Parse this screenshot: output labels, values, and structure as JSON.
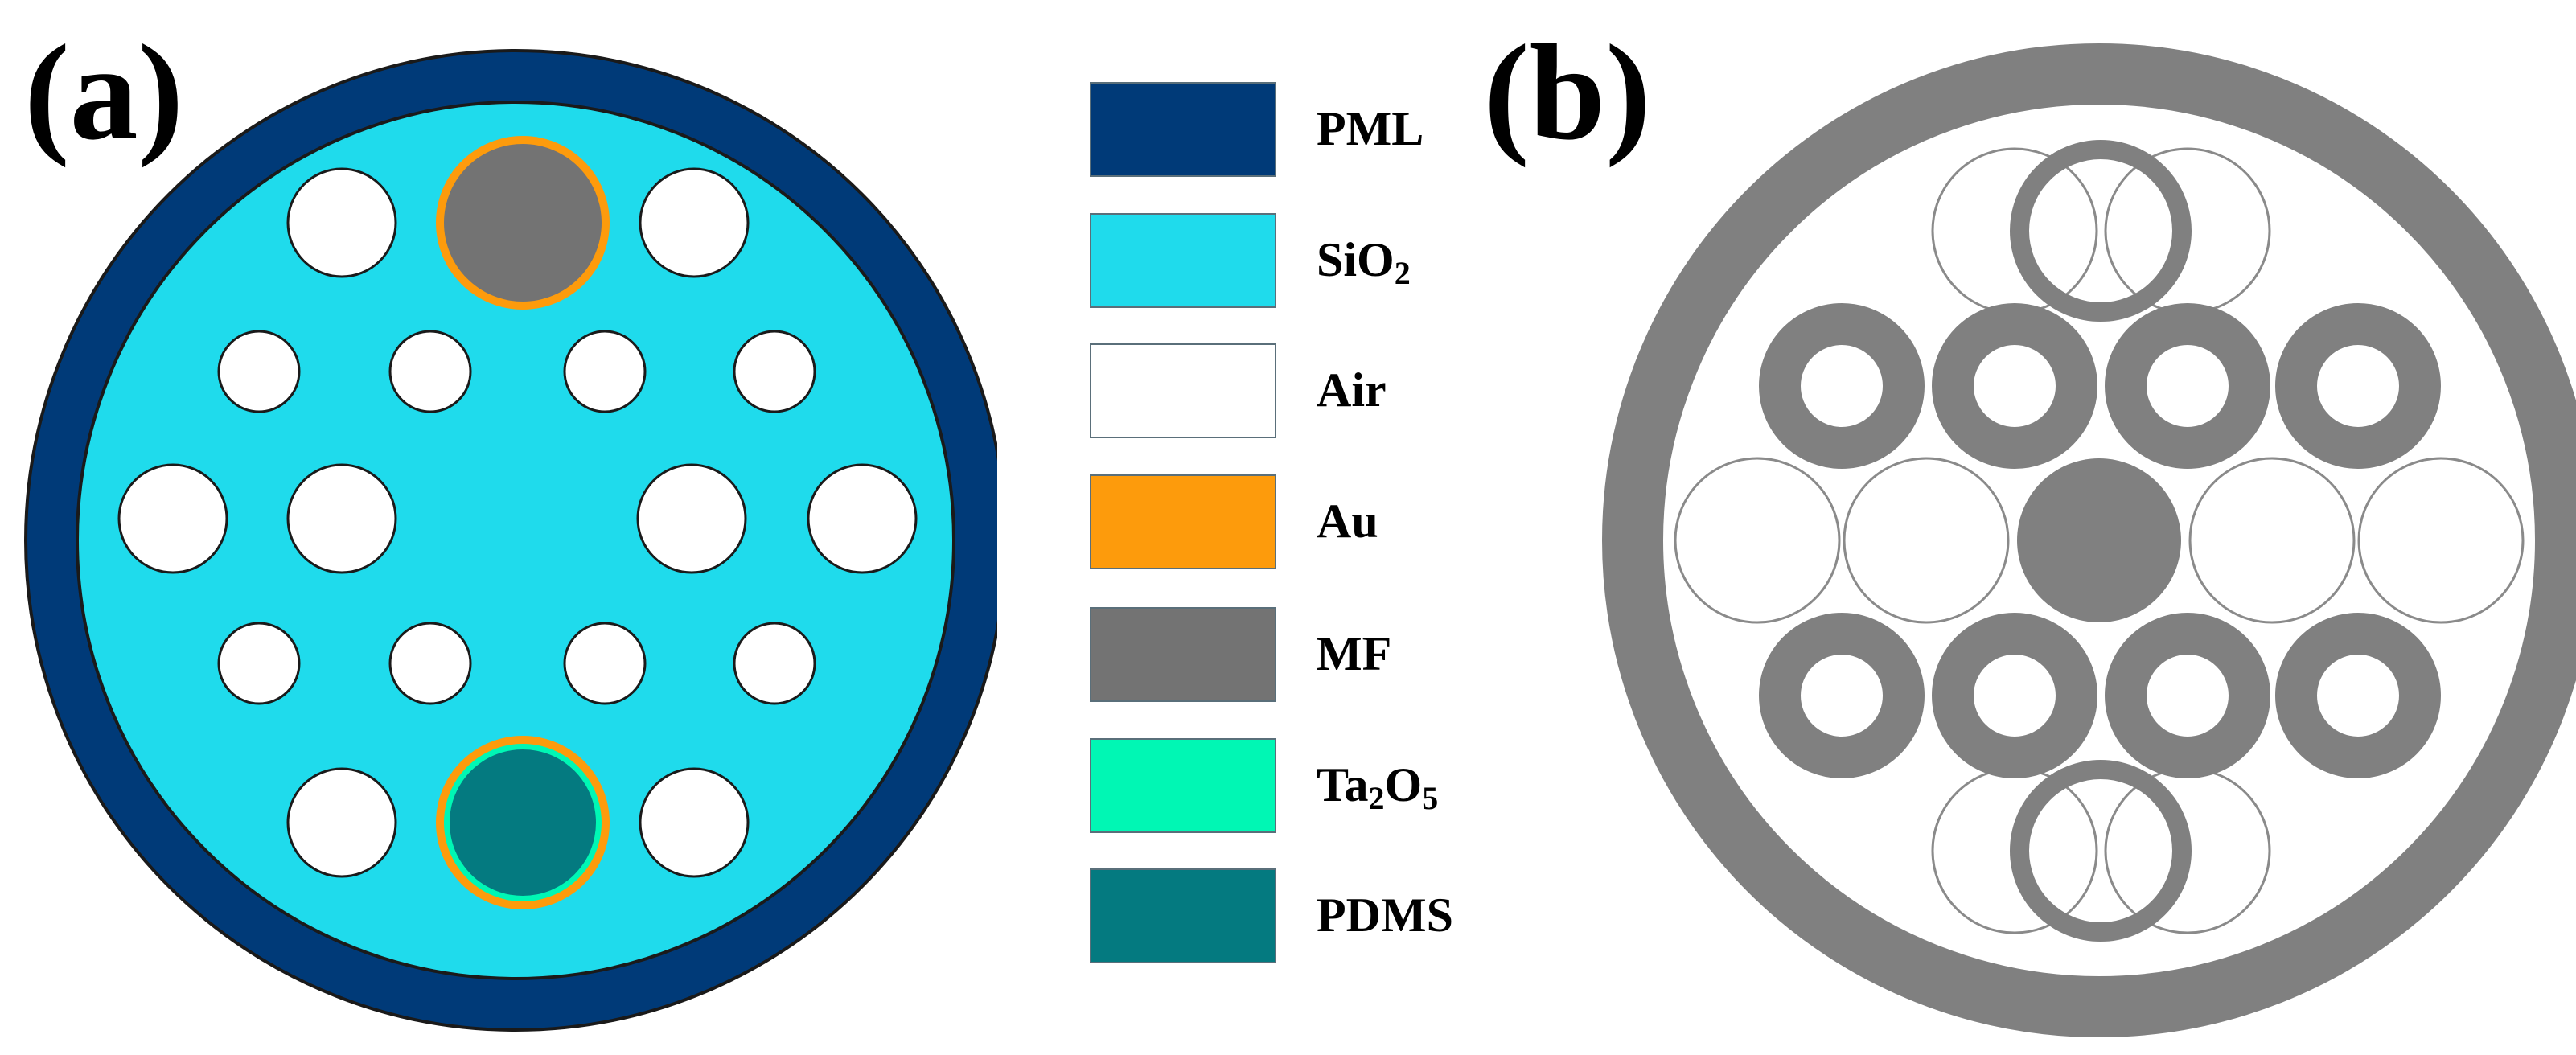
{
  "panels": {
    "a_label": "(a)",
    "b_label": "(b)"
  },
  "legend": [
    {
      "key": "pml",
      "label": "PML",
      "sub": "",
      "tail": "",
      "tail_sub": "",
      "color": "#003a78"
    },
    {
      "key": "sio2",
      "label": "SiO",
      "sub": "2",
      "tail": "",
      "tail_sub": "",
      "color": "#1fdbec"
    },
    {
      "key": "air",
      "label": "Air",
      "sub": "",
      "tail": "",
      "tail_sub": "",
      "color": "#ffffff"
    },
    {
      "key": "au",
      "label": "Au",
      "sub": "",
      "tail": "",
      "tail_sub": "",
      "color": "#fd9b0c"
    },
    {
      "key": "mf",
      "label": "MF",
      "sub": "",
      "tail": "",
      "tail_sub": "",
      "color": "#737373"
    },
    {
      "key": "ta2o5",
      "label": "Ta",
      "sub": "2",
      "tail": "O",
      "tail_sub": "5",
      "color": "#00f7b4"
    },
    {
      "key": "pdms",
      "label": "PDMS",
      "sub": "",
      "tail": "",
      "tail_sub": "",
      "color": "#047a80"
    }
  ],
  "colors": {
    "pml": "#003a78",
    "silica": "#1fdbec",
    "air": "#ffffff",
    "gold": "#fd9b0c",
    "mf": "#737373",
    "ta2o5": "#00f7b4",
    "pdms": "#047a80",
    "preform_gray": "#808080",
    "outline": "#1a1a1a",
    "thin_outline": "#8a8a8a"
  }
}
